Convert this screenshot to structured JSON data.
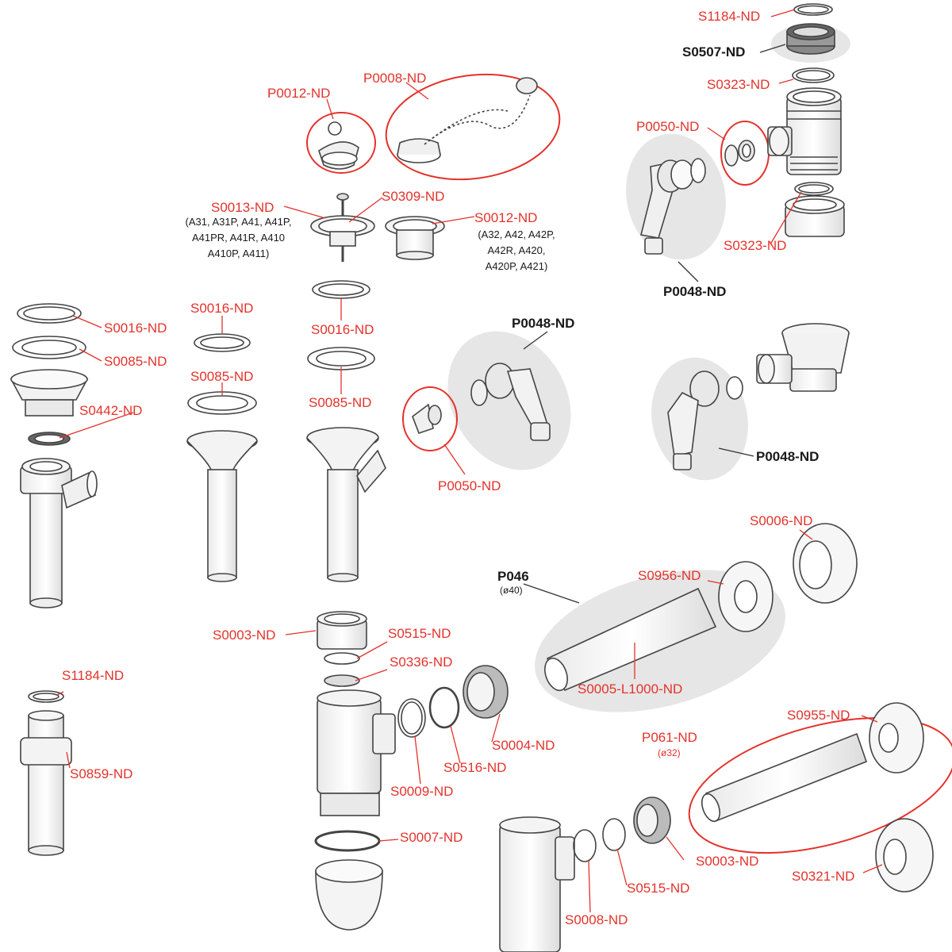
{
  "colors": {
    "label": "#e4322b",
    "bold_label": "#1a1a1a",
    "outline": "#444444",
    "highlight": "#e6e6e6"
  },
  "labels": {
    "S1184_top": "S1184-ND",
    "S0507": "S0507-ND",
    "S0323_top": "S0323-ND",
    "P0050_top": "P0050-ND",
    "S0323_bottom": "S0323-ND",
    "P0048_top": "P0048-ND",
    "P0012": "P0012-ND",
    "P0008": "P0008-ND",
    "S0013": "S0013-ND",
    "S0013_note_1": "(A31, A31P, A41, A41P,",
    "S0013_note_2": "A41PR, A41R, A410",
    "S0013_note_3": "A410P, A411)",
    "S0309": "S0309-ND",
    "S0012": "S0012-ND",
    "S0012_note_1": "(A32, A42, A42P,",
    "S0012_note_2": "A42R, A420,",
    "S0012_note_3": "A420P, A421)",
    "S0016_left": "S0016-ND",
    "S0085_left": "S0085-ND",
    "S0442": "S0442-ND",
    "S0016_mid": "S0016-ND",
    "S0085_mid": "S0085-ND",
    "S0016_c": "S0016-ND",
    "S0085_c": "S0085-ND",
    "P0048_mid": "P0048-ND",
    "P0050_mid": "P0050-ND",
    "P0048_right": "P0048-ND",
    "S0006": "S0006-ND",
    "P046": "P046",
    "P046_sub": "(ø40)",
    "S0956": "S0956-ND",
    "S0005": "S0005-L1000-ND",
    "S0003_top": "S0003-ND",
    "S0515_top": "S0515-ND",
    "S0336": "S0336-ND",
    "S0004": "S0004-ND",
    "S0516": "S0516-ND",
    "S0009": "S0009-ND",
    "S0007": "S0007-ND",
    "S1184_left": "S1184-ND",
    "S0859": "S0859-ND",
    "S0955": "S0955-ND",
    "P061": "P061-ND",
    "P061_sub": "(ø32)",
    "S0003_bottom": "S0003-ND",
    "S0321": "S0321-ND",
    "S0515_bottom": "S0515-ND",
    "S0008": "S0008-ND"
  }
}
